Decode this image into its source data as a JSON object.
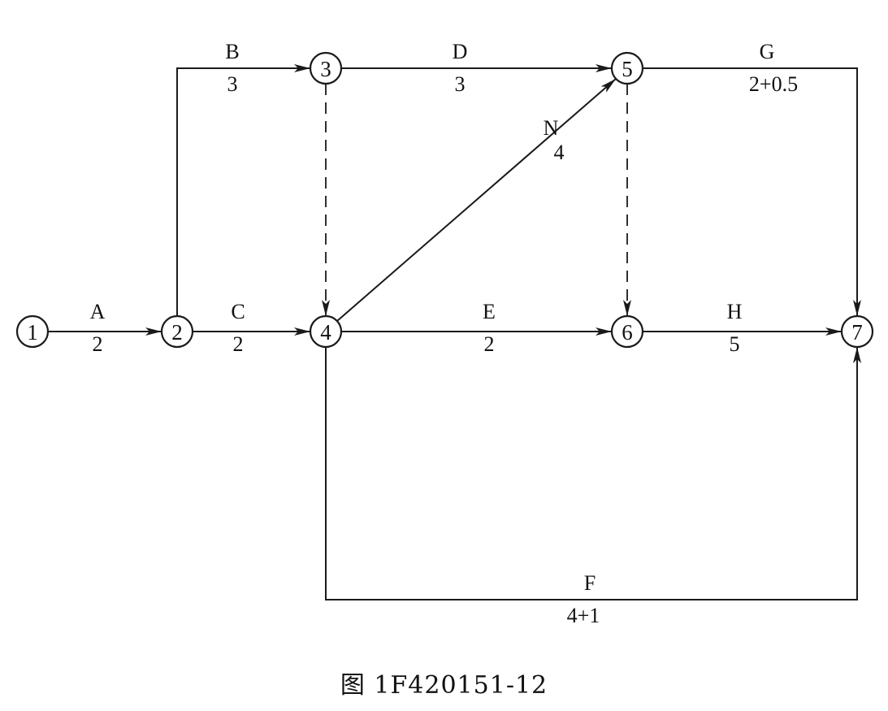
{
  "caption": "图 1F420151-12",
  "nodes": [
    {
      "id": "1",
      "label": "1"
    },
    {
      "id": "2",
      "label": "2"
    },
    {
      "id": "3",
      "label": "3"
    },
    {
      "id": "4",
      "label": "4"
    },
    {
      "id": "5",
      "label": "5"
    },
    {
      "id": "6",
      "label": "6"
    },
    {
      "id": "7",
      "label": "7"
    }
  ],
  "activities": [
    {
      "name": "A",
      "duration": "2",
      "from": "1",
      "to": "2"
    },
    {
      "name": "B",
      "duration": "3",
      "from": "2",
      "to": "3"
    },
    {
      "name": "C",
      "duration": "2",
      "from": "2",
      "to": "4"
    },
    {
      "name": "D",
      "duration": "3",
      "from": "3",
      "to": "5"
    },
    {
      "name": "N",
      "duration": "4",
      "from": "4",
      "to": "5"
    },
    {
      "name": "E",
      "duration": "2",
      "from": "4",
      "to": "6"
    },
    {
      "name": "G",
      "duration": "2+0.5",
      "from": "5",
      "to": "7"
    },
    {
      "name": "H",
      "duration": "5",
      "from": "6",
      "to": "7"
    },
    {
      "name": "F",
      "duration": "4+1",
      "from": "4",
      "to": "7"
    }
  ],
  "dummy_activities": [
    {
      "from": "3",
      "to": "4"
    },
    {
      "from": "5",
      "to": "6"
    }
  ]
}
